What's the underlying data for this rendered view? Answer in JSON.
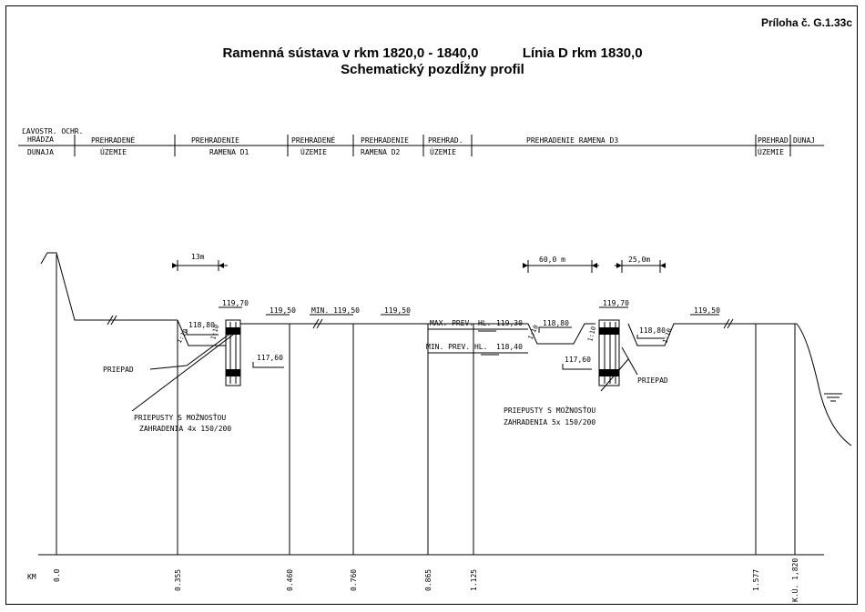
{
  "appendix": "Príloha č. G.1.33c",
  "title": {
    "line1_a": "Ramenná sústava v rkm 1820,0 - 1840,0",
    "line1_b": "Línia D   rkm 1830,0",
    "line2": "Schematický pozdĺžny profil"
  },
  "zones": [
    {
      "top": "ĽAVOSTR. OCHR.\nHRÁDZA",
      "bottom": "DUNAJA"
    },
    {
      "top": "PREHRADENÉ",
      "bottom": "ÚZEMIE"
    },
    {
      "top": "PREHRADENIE",
      "bottom": "RAMENA  D1"
    },
    {
      "top": "PREHRADENÉ",
      "bottom": "ÚZEMIE"
    },
    {
      "top": "PREHRADENIE",
      "bottom": "RAMENA  D2"
    },
    {
      "top": "PREHRAD.",
      "bottom": "ÚZEMIE"
    },
    {
      "top": "PREHRADENIE   RAMENA   D3",
      "bottom": ""
    },
    {
      "top": "PREHRAD.",
      "bottom": "ÚZEMIE"
    },
    {
      "top": "DUNAJ",
      "bottom": ""
    }
  ],
  "dimensions": {
    "d1": "13m",
    "d2": "60,0 m",
    "d3": "25,0m"
  },
  "levels": {
    "l1": "118,80",
    "l2": "119,70",
    "l3": "119,50",
    "l4": "MIN. 119,50",
    "l5": "119,50",
    "l6": "117,60",
    "l7": "119,30",
    "l8": "118,40",
    "l9": "118,80",
    "l10": "117,60",
    "l11": "119,70",
    "l12": "118,80",
    "l13": "119,50"
  },
  "water": {
    "max": "MAX. PREV. HL.",
    "min": "MIN. PREV. HL."
  },
  "slopes": {
    "s1": "1:10",
    "s2": "1:10",
    "s3": "1:10",
    "s4": "1:10",
    "s5": "1:10"
  },
  "labels": {
    "priepad1": "PRIEPAD",
    "priepad2": "PRIEPAD",
    "culvert1_a": "PRIEPUSTY S MOŽNOSŤOU",
    "culvert1_b": "ZAHRADENIA  4x 150/200",
    "culvert2_a": "PRIEPUSTY S MOŽNOSŤOU",
    "culvert2_b": "ZAHRADENIA  5x 150/200"
  },
  "km": {
    "label": "KM",
    "marks": [
      "0.0",
      "0.355",
      "0.460",
      "0.760",
      "0.865",
      "1.125",
      "1.577",
      "K.Ú. 1,820"
    ]
  }
}
